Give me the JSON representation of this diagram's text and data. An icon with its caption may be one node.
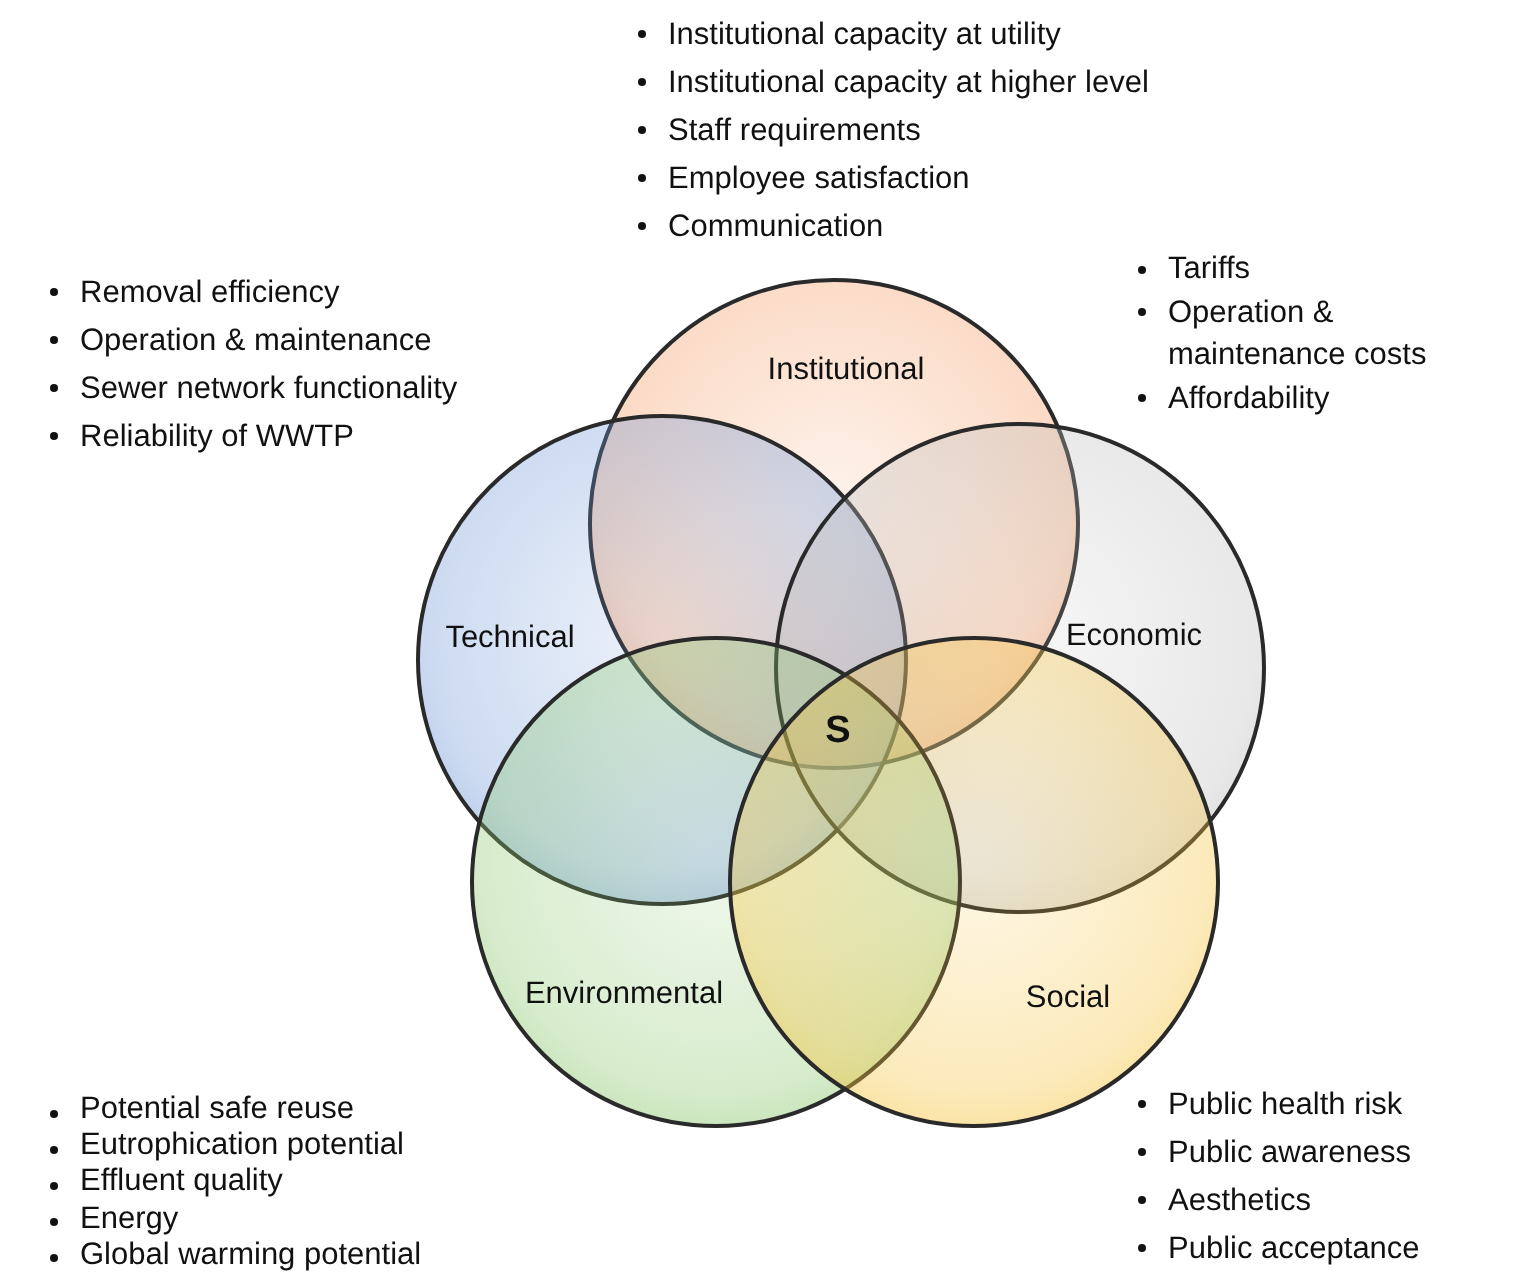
{
  "diagram": {
    "nodes": [
      {
        "text": [
          "Institutional"
        ],
        "beside": [
          "Institutional capacity at utility",
          "Institutional capacity at higher level",
          "Staff requirements",
          "Employee satisfaction",
          "Communication"
        ]
      },
      {
        "text": [
          "Technical"
        ],
        "beside": [
          "Removal efficiency",
          "Operation & maintenance",
          "Sewer network functionality",
          "Reliability of WWTP"
        ]
      },
      {
        "text": [
          "Economic"
        ],
        "beside": [
          "Tariffs",
          "Operation & maintenance costs",
          "Affordability"
        ]
      },
      {
        "text": [
          "Environmental"
        ],
        "beside": [
          "Potential safe reuse",
          "Eutrophication potential",
          "Effluent quality",
          "Energy",
          "Global warming potential"
        ]
      },
      {
        "text": [
          "Social"
        ],
        "beside": [
          "Public health risk",
          "Public awareness",
          "Aesthetics",
          "Public acceptance"
        ]
      }
    ],
    "labels": [
      "S"
    ]
  }
}
